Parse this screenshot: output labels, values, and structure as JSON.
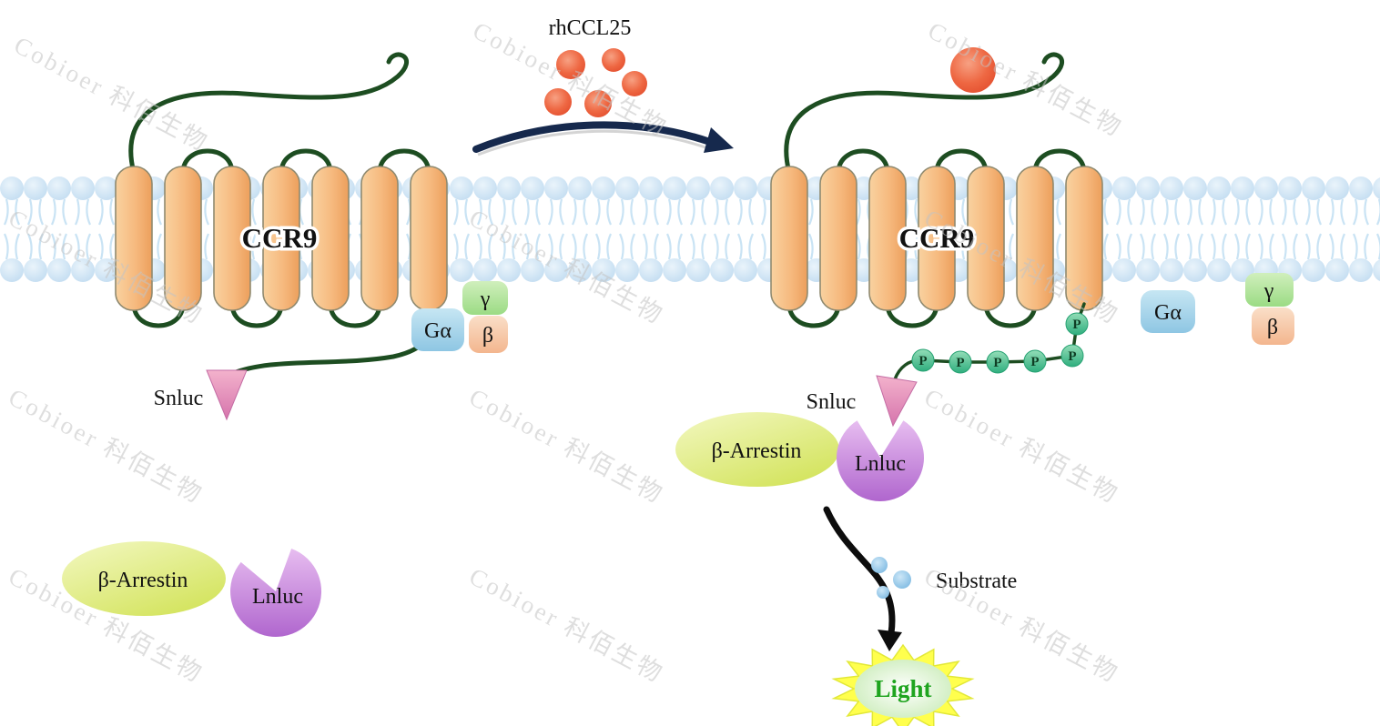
{
  "watermark": {
    "text": "Cobioer 科佰生物"
  },
  "labels": {
    "ligand": "rhCCL25",
    "receptor": "CCR9",
    "g_alpha": "Gα",
    "gamma": "γ",
    "beta": "β",
    "snluc": "Snluc",
    "arrestin": "β-Arrestin",
    "lnluc": "Lnluc",
    "phospho": "P",
    "substrate": "Substrate",
    "light": "Light"
  },
  "colors": {
    "membrane_head": "#c9e2f3",
    "helix_orange": "#f6b97e",
    "loop_green": "#1d4d21",
    "ligand_red": "#e85c3a",
    "g_alpha_blue": "#a9d8ee",
    "gamma_green": "#b5e8a5",
    "beta_salmon": "#f8ccae",
    "snluc_pink": "#e593bb",
    "arrestin_yellow": "#dff07e",
    "lnluc_purple": "#c27fd9",
    "phospho_green": "#44bd8b",
    "substrate_blue": "#8ec8ec",
    "light_text_green": "#1fa41f",
    "starburst_yellow": "#ffff4d",
    "arrow_navy": "#16294d"
  }
}
